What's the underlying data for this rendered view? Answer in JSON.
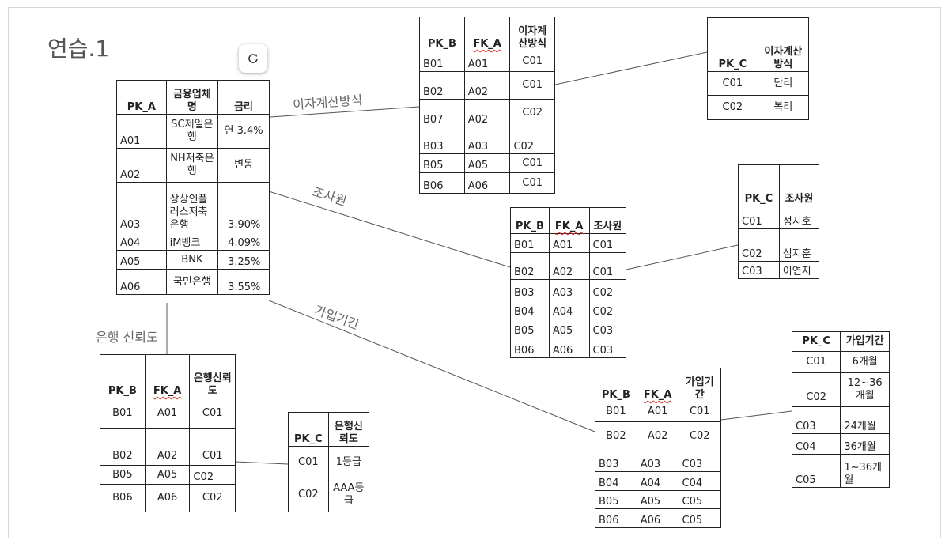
{
  "title": "연습.1",
  "relations": {
    "interest_method": "이자계산방식",
    "surveyor": "조사원",
    "period": "가입기간",
    "trust": "은행 신뢰도"
  },
  "tables": {
    "A": {
      "headers": [
        "PK_A",
        "금융업체명",
        "금리"
      ],
      "rows": [
        [
          "A01",
          "SC제일은행",
          "연 3.4%"
        ],
        [
          "A02",
          "NH저축은행",
          "변동"
        ],
        [
          "A03",
          "상상인플러스저축은행",
          "3.90%"
        ],
        [
          "A04",
          "iM뱅크",
          "4.09%"
        ],
        [
          "A05",
          "BNK",
          "3.25%"
        ],
        [
          "A06",
          "국민은행",
          "3.55%"
        ]
      ]
    },
    "B_interest": {
      "headers": [
        "PK_B",
        "FK_A",
        "이자계산방식"
      ],
      "rows": [
        [
          "B01",
          "A01",
          "C01"
        ],
        [
          "B02",
          "A02",
          "C01"
        ],
        [
          "B07",
          "A02",
          "C02"
        ],
        [
          "B03",
          "A03",
          "C02"
        ],
        [
          "B05",
          "A05",
          "C01"
        ],
        [
          "B06",
          "A06",
          "C01"
        ]
      ]
    },
    "C_interest": {
      "headers": [
        "PK_C",
        "이자계산방식"
      ],
      "rows": [
        [
          "C01",
          "단리"
        ],
        [
          "C02",
          "복리"
        ]
      ]
    },
    "B_survey": {
      "headers": [
        "PK_B",
        "FK_A",
        "조사원"
      ],
      "rows": [
        [
          "B01",
          "A01",
          "C01"
        ],
        [
          "B02",
          "A02",
          "C01"
        ],
        [
          "B03",
          "A03",
          "C02"
        ],
        [
          "B04",
          "A04",
          "C02"
        ],
        [
          "B05",
          "A05",
          "C03"
        ],
        [
          "B06",
          "A06",
          "C03"
        ]
      ]
    },
    "C_survey": {
      "headers": [
        "PK_C",
        "조사원"
      ],
      "rows": [
        [
          "C01",
          "정지호"
        ],
        [
          "C02",
          "심지훈"
        ],
        [
          "C03",
          "이연지"
        ]
      ]
    },
    "B_trust": {
      "headers": [
        "PK_B",
        "FK_A",
        "은행신뢰도"
      ],
      "rows": [
        [
          "B01",
          "A01",
          "C01"
        ],
        [
          "B02",
          "A02",
          "C01"
        ],
        [
          "B05",
          "A05",
          "C02"
        ],
        [
          "B06",
          "A06",
          "C02"
        ]
      ]
    },
    "C_trust": {
      "headers": [
        "PK_C",
        "은행신뢰도"
      ],
      "rows": [
        [
          "C01",
          "1등급"
        ],
        [
          "C02",
          "AAA등급"
        ]
      ]
    },
    "B_period": {
      "headers": [
        "PK_B",
        "FK_A",
        "가입기간"
      ],
      "rows": [
        [
          "B01",
          "A01",
          "C01"
        ],
        [
          "B02",
          "A02",
          "C02"
        ],
        [
          "B03",
          "A03",
          "C03"
        ],
        [
          "B04",
          "A04",
          "C04"
        ],
        [
          "B05",
          "A05",
          "C05"
        ],
        [
          "B06",
          "A06",
          "C05"
        ]
      ]
    },
    "C_period": {
      "headers": [
        "PK_C",
        "가입기간"
      ],
      "rows": [
        [
          "C01",
          "6개월"
        ],
        [
          "C02",
          "12~36개월"
        ],
        [
          "C03",
          "24개월"
        ],
        [
          "C04",
          "36개월"
        ],
        [
          "C05",
          "1~36개월"
        ]
      ]
    }
  }
}
